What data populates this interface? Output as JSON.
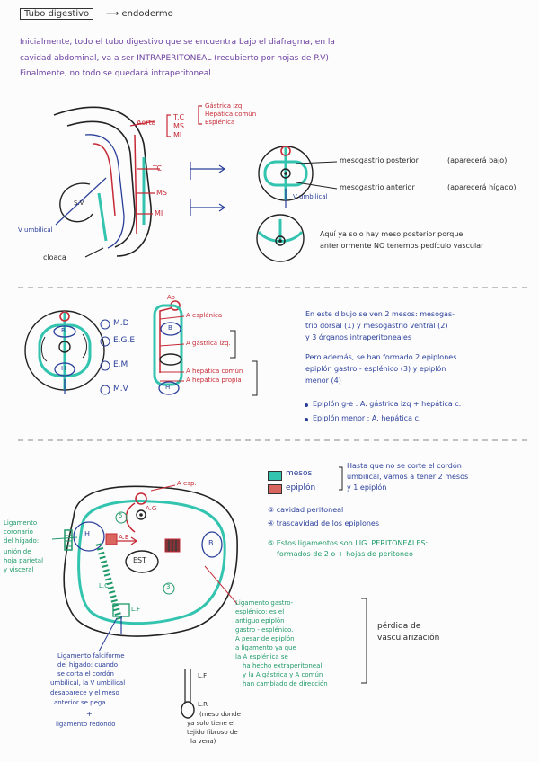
{
  "header": {
    "topic": "Tubo digestivo",
    "arrow_to": "endodermo"
  },
  "intro": {
    "line1": "Inicialmente, todo el tubo digestivo que se encuentra bajo el diafragma, en la",
    "line2": "cavidad abdominal, va a ser INTRAPERITONEAL (recubierto por hojas de P.V)",
    "line3": "Finalmente, no todo se quedará intraperitoneal"
  },
  "section1": {
    "aorta": "Aorta",
    "tc": "T.C",
    "ms": "MS",
    "mi": "MI",
    "branch1": "Gástrica izq.",
    "branch2": "Hepática común",
    "branch3": "Esplénica",
    "tc_side": "TC",
    "ms_side": "MS",
    "mi_side": "MI",
    "sv": "S.V",
    "v_umbilical": "V umbilical",
    "cloaca": "cloaca",
    "v_umbilical_right": "V umbilical",
    "mesogastrio_posterior": "mesogastrio posterior",
    "aparece_bajo": "(aparecerá bajo)",
    "mesogastrio_anterior": "mesogastrio anterior",
    "aparece_higado": "(aparecerá hígado)",
    "note_line1": "Aquí ya solo hay meso posterior porque",
    "note_line2": "anteriormente NO tenemos pedículo vascular"
  },
  "section2": {
    "md": "M.D",
    "ege": "E.G.E",
    "em": "E.M",
    "mv": "M.V",
    "ao": "Ao",
    "a_esplenica": "A esplénica",
    "a_gastrica_izq": "A gástrica izq.",
    "a_hepatica_comun": "A hepática común",
    "a_hepatica_propia": "A hepática propia",
    "label_b1": "B",
    "label_e": "E",
    "label_h": "H",
    "text1": "En este dibujo se ven 2 mesos: mesogas-",
    "text2": "trio dorsal (1) y mesogastrio ventral (2)",
    "text3": "y 3 órganos intraperitoneales",
    "text4": "Pero además, se han formado 2 epiplones",
    "text5": "epiplón gastro - esplénico (3) y epiplón",
    "text6": "menor (4)",
    "bullet1": "Epiplón g-e : A. gástrica izq + hepática c.",
    "bullet2": "Epiplón menor : A. hepática c."
  },
  "section3": {
    "legend_mesos": "mesos",
    "legend_epiplon": "epiplón",
    "legend_note1": "Hasta que no se corte el cordón",
    "legend_note2": "umbilical, vamos a tener 2 mesos",
    "legend_note3": "y 1 epiplón",
    "item3": "③ cavidad peritoneal",
    "item4": "④ trascavidad de los epiplones",
    "item5a": "⑤ Estos ligamentos son LIG. PERITONEALES:",
    "item5b": "formados de 2 o + hojas de peritoneo",
    "a_esp": "A esp.",
    "label_h": "H",
    "label_b": "B",
    "label_est": "EST",
    "label_ae": "A.E",
    "label_ag": "A.G",
    "label_lc": "L.C",
    "label_lf": "L.F",
    "label_5": "5",
    "label_3": "3",
    "left_note1": "Ligamento",
    "left_note2": "coronario",
    "left_note3": "del hígado:",
    "left_note4": "unión de",
    "left_note5": "hoja parietal",
    "left_note6": "y visceral",
    "right_note1": "Ligamento gastro-",
    "right_note2": "esplénico: es el",
    "right_note3": "antiguo epiplón",
    "right_note4": "gastro - esplénico.",
    "right_note5": "A pesar de epiplón",
    "right_note6": "a ligamento ya que",
    "right_note7": "la A esplénica se",
    "right_note8": "ha hecho extraperitoneal",
    "right_note9": "y la A gástrica y A común",
    "right_note10": "han cambiado de dirección",
    "perdida1": "pérdida de",
    "perdida2": "vascularización",
    "bottom_note1": "Ligamento falciforme",
    "bottom_note2": "del hígado: cuando",
    "bottom_note3": "se corta el cordón",
    "bottom_note4": "umbilical, la V umbilical",
    "bottom_note5": "desaparece y el meso",
    "bottom_note6": "anterior se pega.",
    "bottom_plus": "+",
    "bottom_note7": "ligamento redondo",
    "lr_label": "L.R",
    "lf_small": "L.F",
    "lr_note1": "(meso donde",
    "lr_note2": "ya solo tiene el",
    "lr_note3": "tejido fibroso de",
    "lr_note4": "la vena)"
  },
  "colors": {
    "blue": "#2a3f9a",
    "red": "#c62a36",
    "green": "#1f9a6a",
    "teal": "#33c4b0",
    "purple": "#6b3fa0"
  }
}
